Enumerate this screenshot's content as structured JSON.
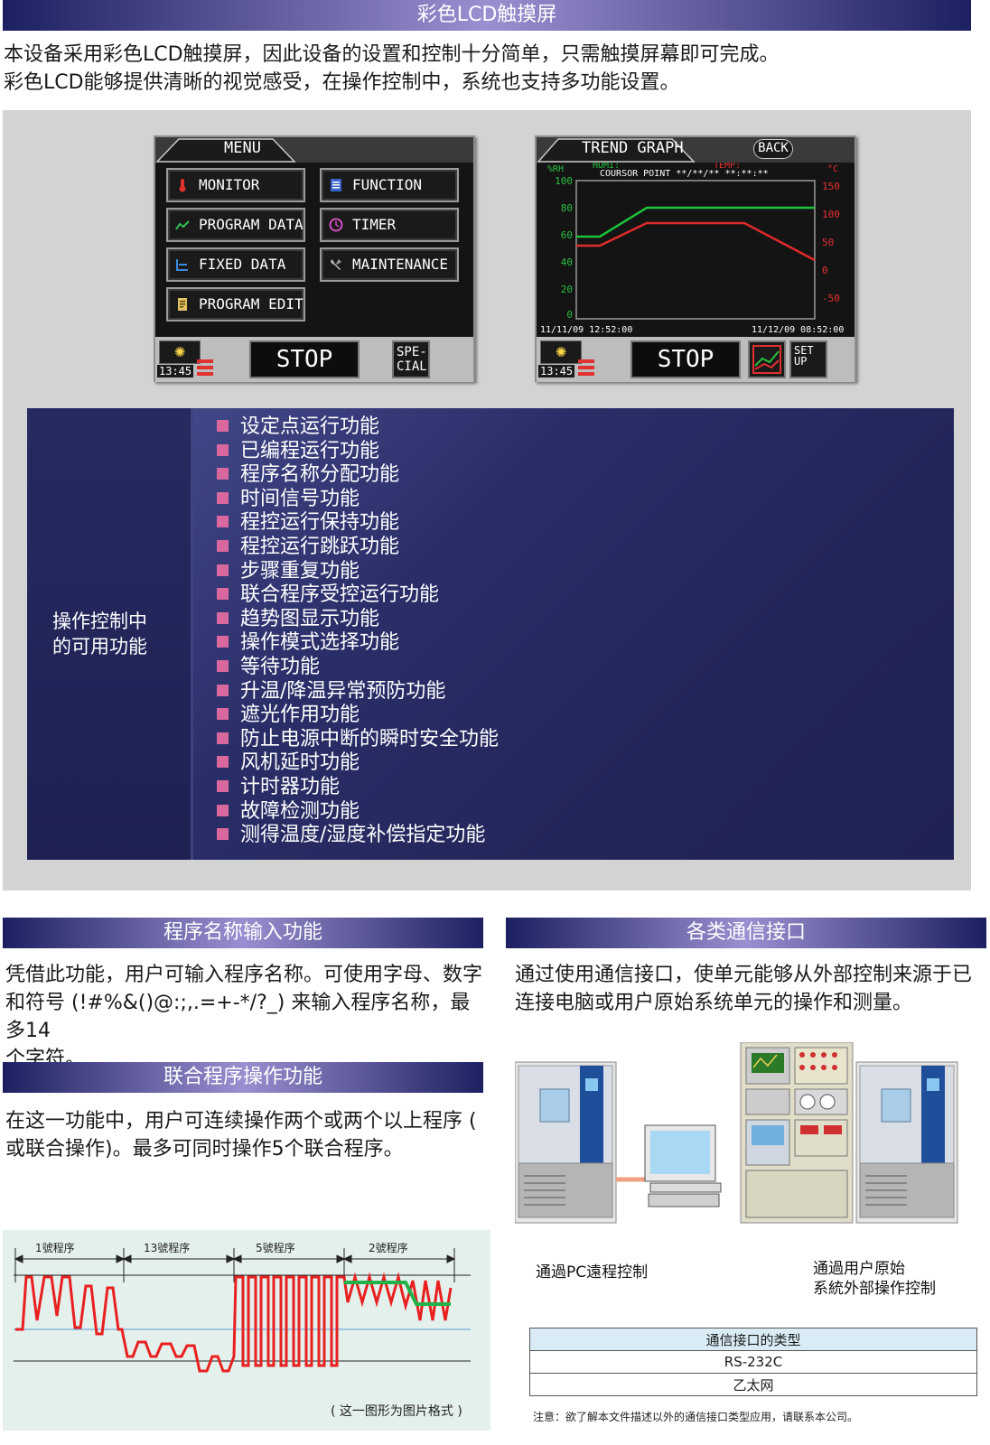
{
  "header": {
    "title": "彩色LCD触摸屏"
  },
  "intro": {
    "line1": "本设备采用彩色LCD触摸屏，因此设备的设置和控制十分简单，只需触摸屏幕即可完成。",
    "line2": "彩色LCD能够提供清晰的视觉感受，在操作控制中，系统也支持多功能设置。"
  },
  "menu_screen": {
    "title": "MENU",
    "buttons": [
      "MONITOR",
      "FUNCTION",
      "PROGRAM DATA",
      "TIMER",
      "FIXED DATA",
      "MAINTENANCE",
      "PROGRAM EDIT"
    ],
    "clock": "13:45",
    "stop": "STOP",
    "special_line1": "SPE-",
    "special_line2": "CIAL"
  },
  "trend_screen": {
    "title": "TREND GRAPH",
    "back": "BACK",
    "left_unit": "%RH",
    "right_unit": "°C",
    "humi_label": "HUMI:",
    "temp_label": "TEMP:",
    "cursor_text": "COURSOR POINT **/**/** **:**:**",
    "left_ticks": [
      "100",
      "80",
      "60",
      "40",
      "20",
      "0"
    ],
    "right_ticks": [
      "150",
      "100",
      "50",
      "0",
      "-50"
    ],
    "start_time": "11/11/09 12:52:00",
    "end_time": "11/12/09 08:52:00",
    "clock": "13:45",
    "stop": "STOP",
    "setup_line1": "SET",
    "setup_line2": "UP",
    "colors": {
      "humidity": "#1ec23a",
      "temperature": "#e02a2a"
    }
  },
  "features": {
    "label_line1": "操作控制中",
    "label_line2": "的可用功能",
    "items": [
      "设定点运行功能",
      "已编程运行功能",
      "程序名称分配功能",
      "时间信号功能",
      "程控运行保持功能",
      "程控运行跳跃功能",
      "步骤重复功能",
      "联合程序受控运行功能",
      "趋势图显示功能",
      "操作模式选择功能",
      "等待功能",
      "升温/降温异常预防功能",
      "遮光作用功能",
      "防止电源中断的瞬时安全功能",
      "风机延时功能",
      "计时器功能",
      "故障检测功能",
      "测得温度/湿度补偿指定功能"
    ]
  },
  "program_name": {
    "title": "程序名称输入功能",
    "line1": "凭借此功能，用户可输入程序名称。可使用字母、数字",
    "line2": "和符号 (!#%&()@:;,.=+-*/?_) 来输入程序名称，最多14",
    "line3": "个字符。"
  },
  "linked_program": {
    "title": "联合程序操作功能",
    "line1": "在这一功能中，用户可连续操作两个或两个以上程序 (",
    "line2": "或联合操作)。最多可同时操作5个联合程序。",
    "segments": [
      "1號程序",
      "13號程序",
      "5號程序",
      "2號程序"
    ],
    "caption": "( 这一图形为图片格式 )"
  },
  "comm": {
    "title": "各类通信接口",
    "line1": "通过使用通信接口，使单元能够从外部控制来源于已",
    "line2": "连接电脑或用户原始系统单元的操作和测量。",
    "caption_pc": "通過PC遠程控制",
    "caption_user_line1": "通過用户原始",
    "caption_user_line2": "系統外部操作控制",
    "table_header": "通信接口的类型",
    "table_rows": [
      "RS-232C",
      "乙太网"
    ],
    "note": "注意：欲了解本文件描述以外的通信接口类型应用，请联系本公司。"
  }
}
